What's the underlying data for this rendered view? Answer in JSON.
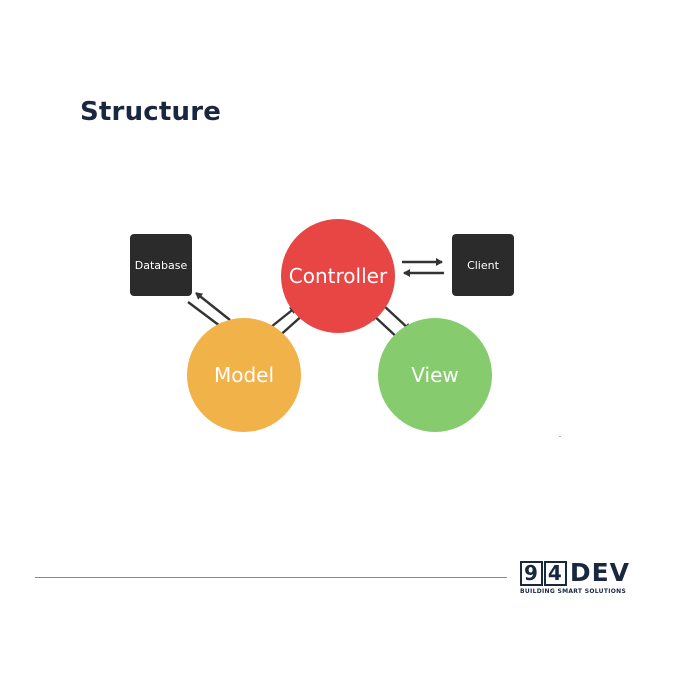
{
  "title": "Structure",
  "diagram": {
    "nodes": {
      "controller": {
        "label": "Controller",
        "color": "#e84545"
      },
      "model": {
        "label": "Model",
        "color": "#f2b24a"
      },
      "view": {
        "label": "View",
        "color": "#86cb6e"
      },
      "database": {
        "label": "Database",
        "color": "#2b2b2b"
      },
      "client": {
        "label": "Client",
        "color": "#2b2b2b"
      }
    },
    "edges": [
      {
        "from": "database",
        "to": "model",
        "direction": "bidirectional"
      },
      {
        "from": "model",
        "to": "controller",
        "direction": "bidirectional"
      },
      {
        "from": "controller",
        "to": "view",
        "direction": "bidirectional"
      },
      {
        "from": "controller",
        "to": "client",
        "direction": "bidirectional"
      }
    ],
    "arrow_color": "#333333"
  },
  "footer": {
    "logo": {
      "digit_1": "9",
      "digit_2": "4",
      "wordmark": "DEV",
      "tagline": "BUILDING SMART SOLUTIONS",
      "color": "#1a2740"
    }
  }
}
